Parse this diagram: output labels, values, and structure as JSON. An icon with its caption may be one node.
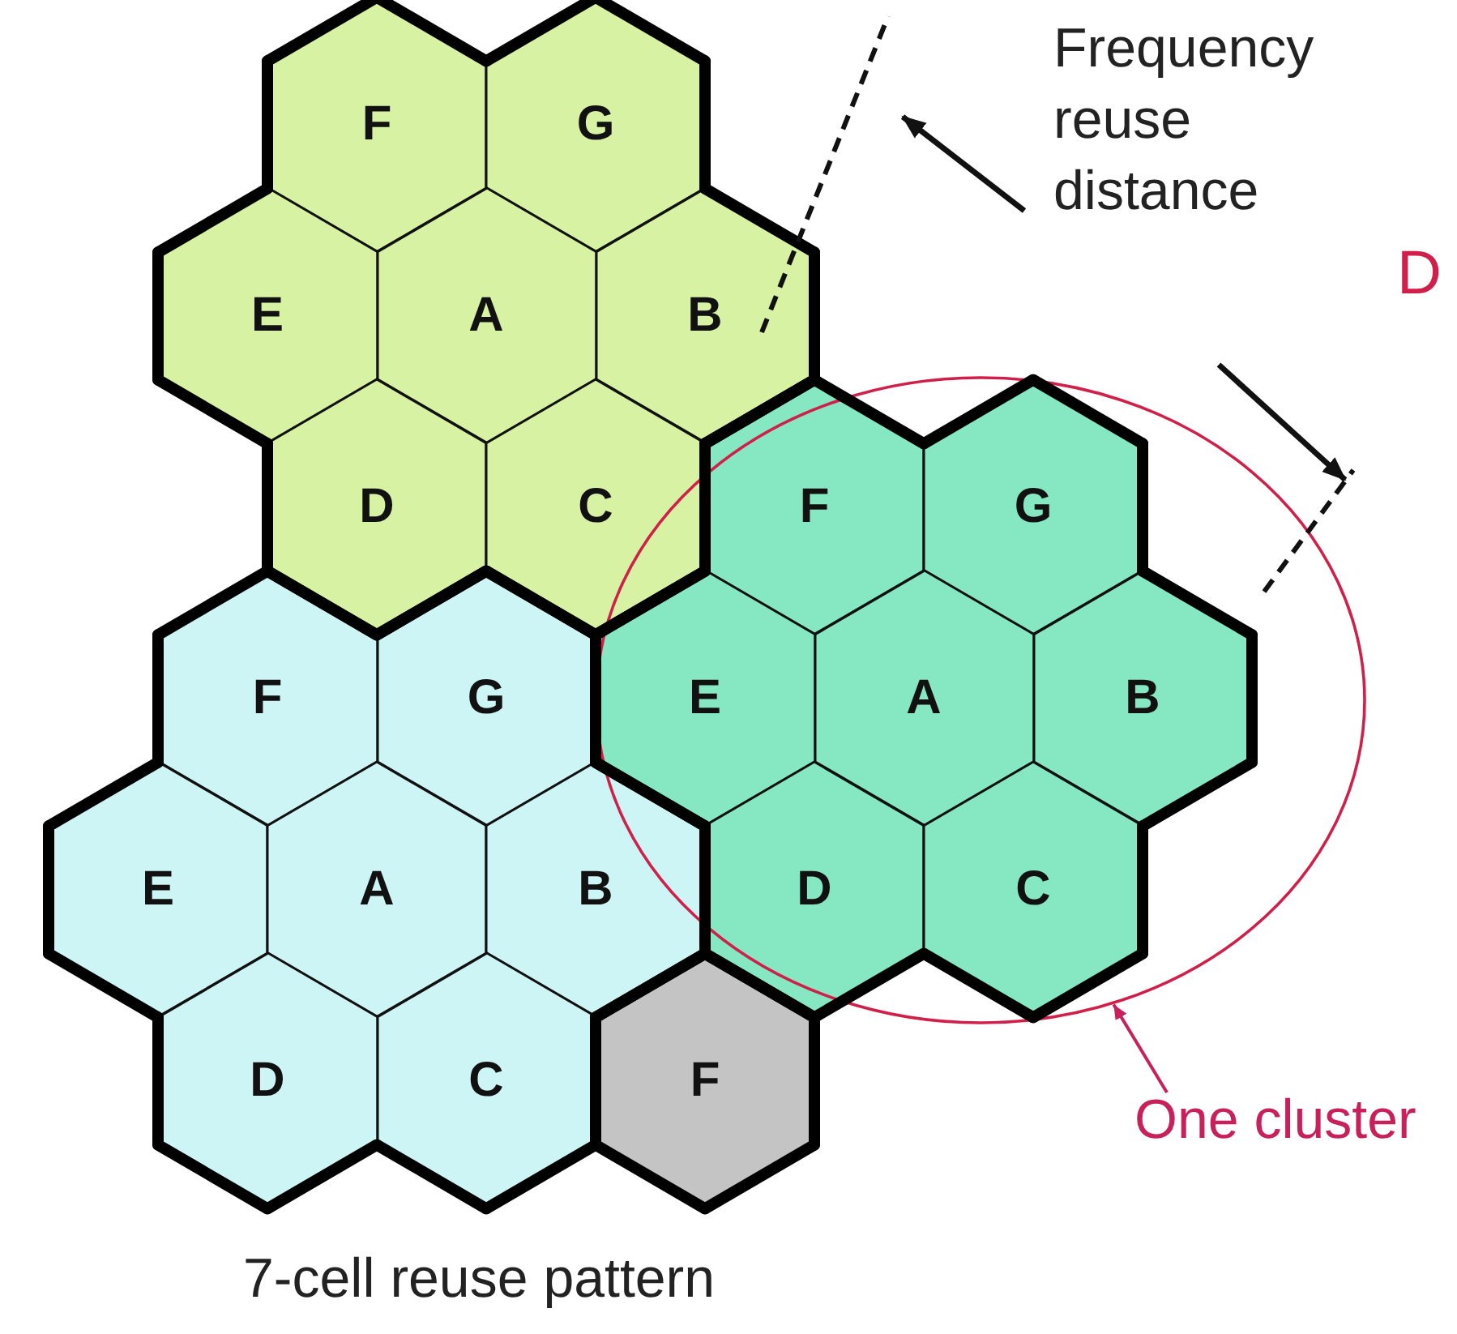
{
  "diagram": {
    "caption": "7-cell reuse pattern",
    "nodes": [
      {
        "text": [
          "F"
        ]
      },
      {
        "text": [
          "G"
        ]
      },
      {
        "text": [
          "E"
        ]
      },
      {
        "text": [
          "A"
        ]
      },
      {
        "text": [
          "B"
        ]
      },
      {
        "text": [
          "D"
        ]
      },
      {
        "text": [
          "C"
        ]
      },
      {
        "text": [
          "F"
        ],
        "in": 22
      },
      {
        "text": [
          "G"
        ],
        "in": 22
      },
      {
        "text": [
          "F"
        ]
      },
      {
        "text": [
          "G"
        ]
      },
      {
        "text": [
          "E"
        ],
        "in": 22
      },
      {
        "text": [
          "A"
        ],
        "in": 22
      },
      {
        "text": [
          "B"
        ],
        "in": 22
      },
      {
        "text": [
          "E"
        ]
      },
      {
        "text": [
          "A"
        ]
      },
      {
        "text": [
          "B"
        ]
      },
      {
        "text": [
          "D"
        ],
        "in": 22
      },
      {
        "text": [
          "C"
        ],
        "in": 22
      },
      {
        "text": [
          "D"
        ]
      },
      {
        "text": [
          "C"
        ]
      },
      {
        "text": [
          "F"
        ]
      },
      {
        "text": [],
        "shape": "circle"
      },
      {
        "text": [
          "One cluster"
        ]
      }
    ],
    "edges": [
      {
        "from": 23,
        "to": 22,
        "arrow": "to"
      }
    ],
    "labels": [
      "Frequency reuse distance",
      "D"
    ]
  }
}
